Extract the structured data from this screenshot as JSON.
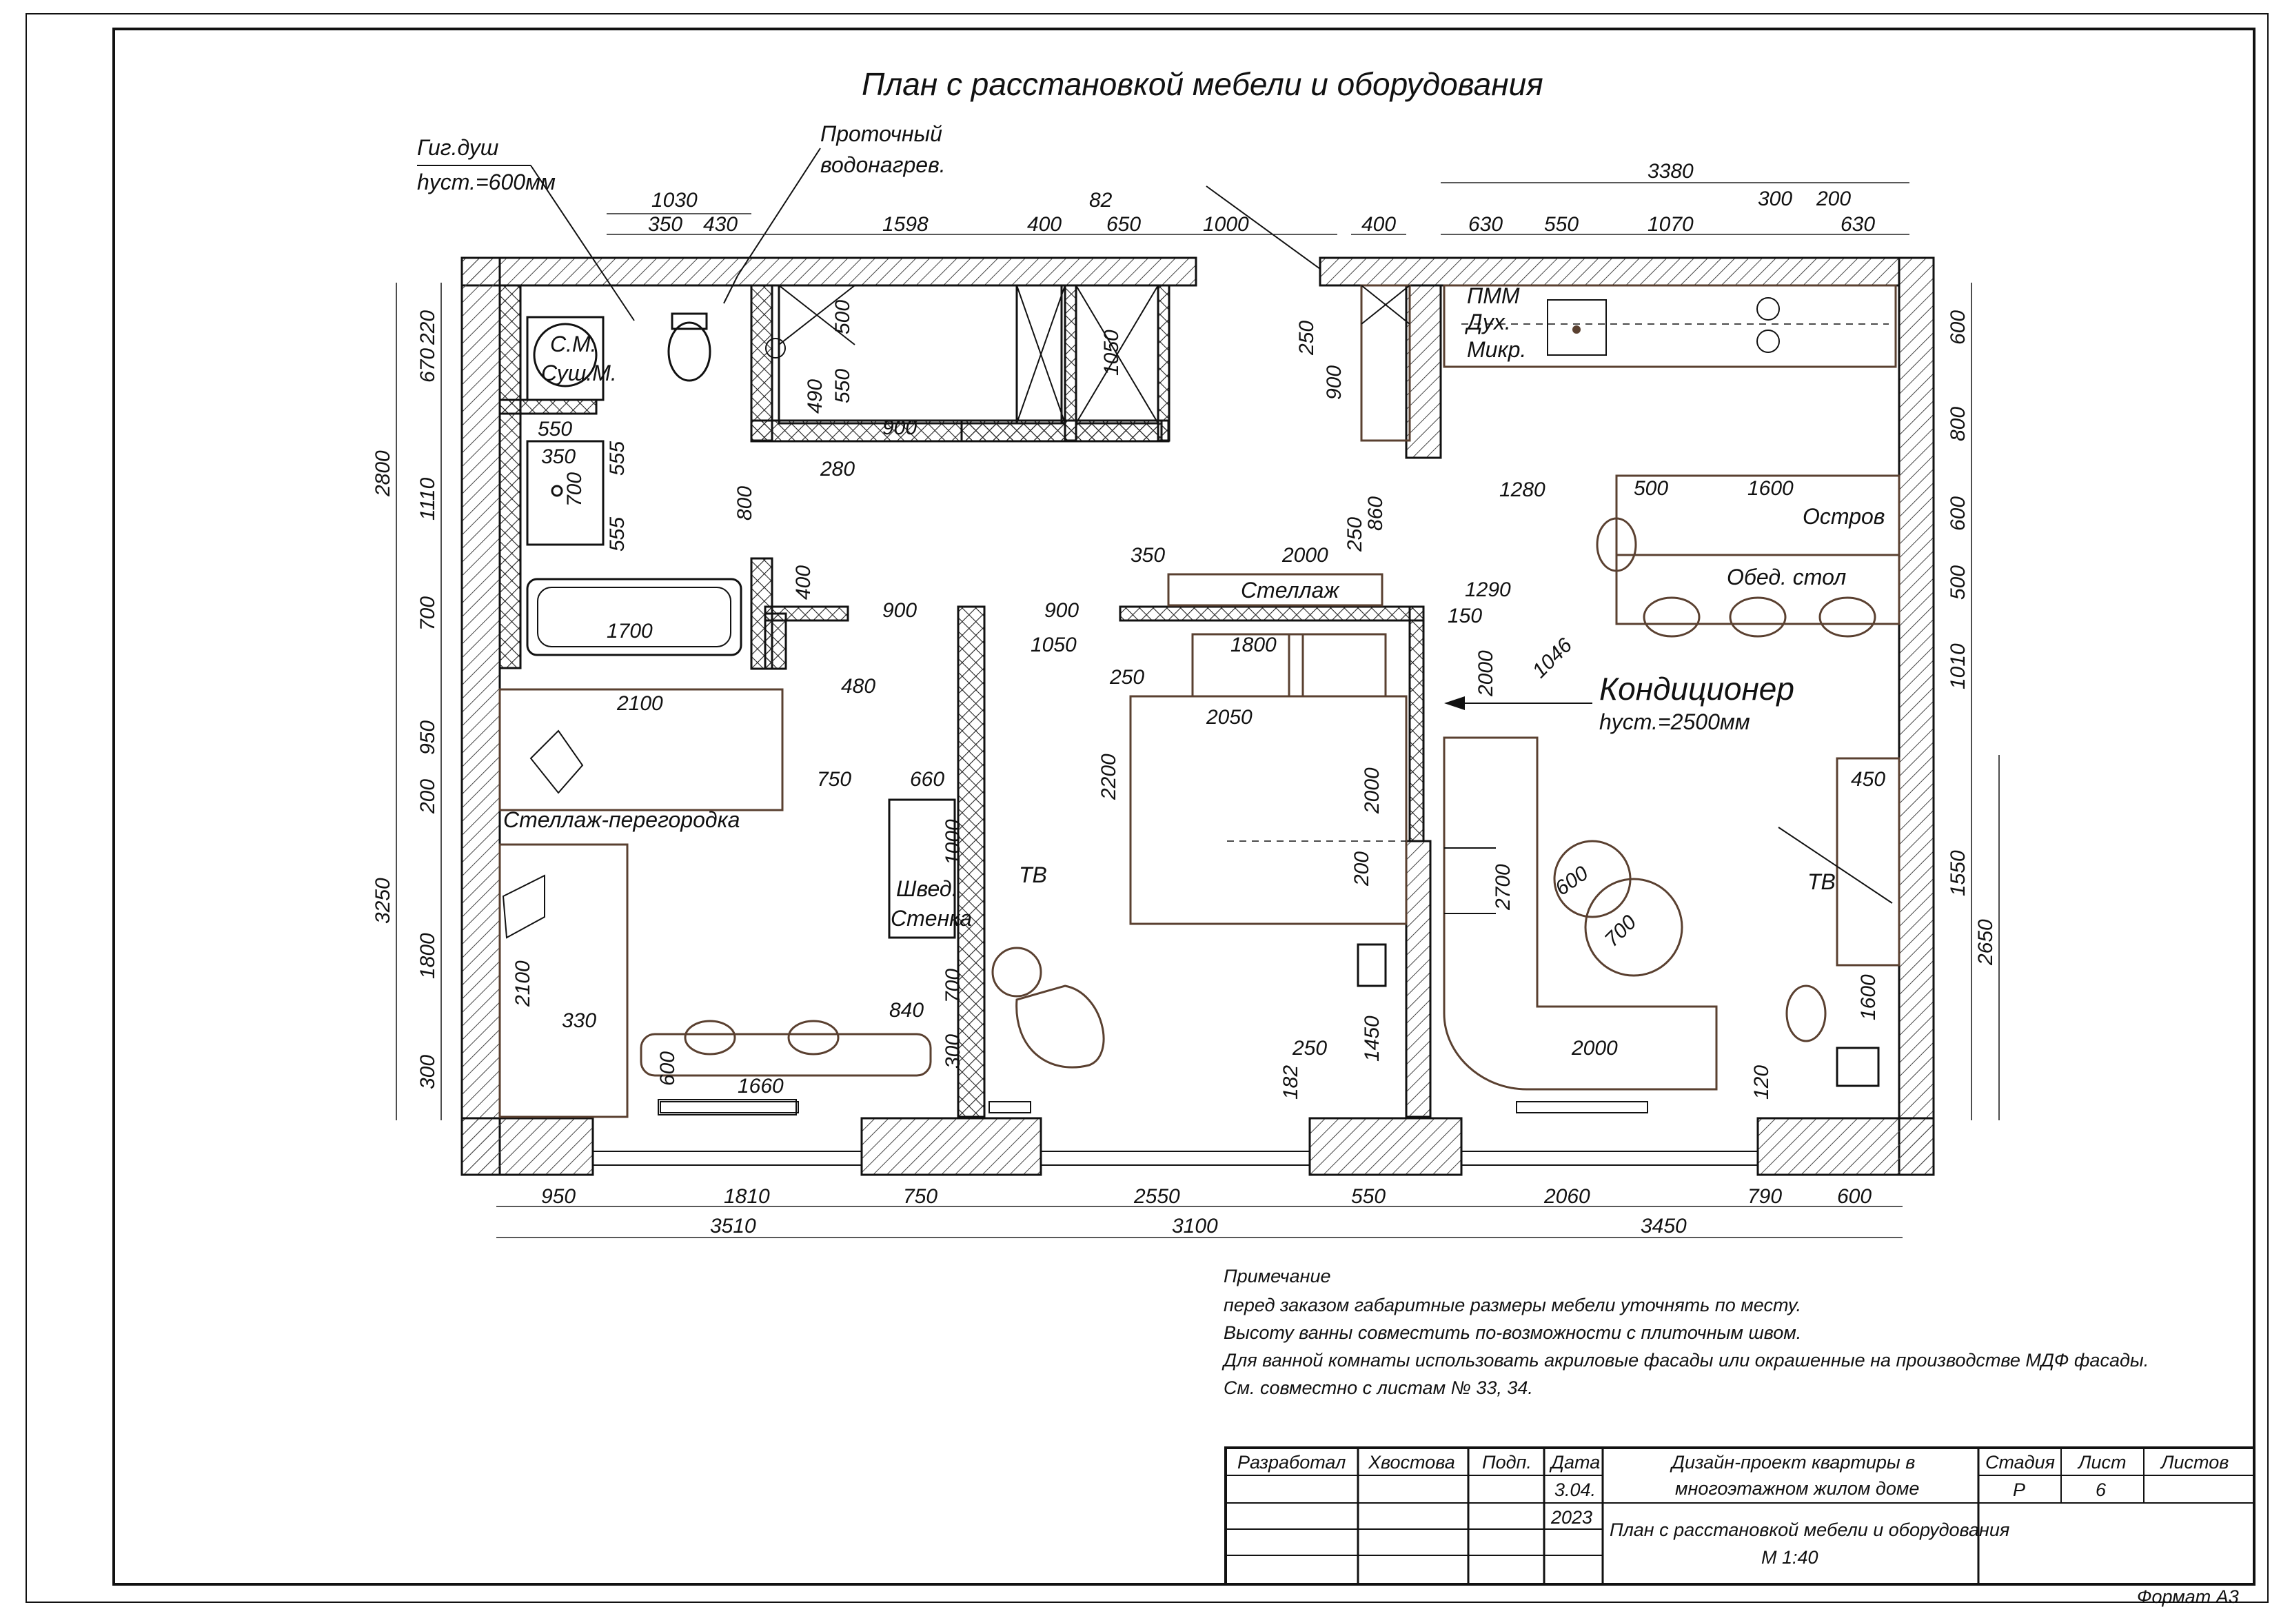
{
  "title": "План  с расстановкой мебели и оборудования",
  "callouts": {
    "hyg_shower": "Гиг.душ",
    "hyg_shower_h": "hуст.=600мм",
    "water_heater_1": "Проточный",
    "water_heater_2": "водонагрев.",
    "washer_1": "С.М.",
    "washer_2": "Суш.М.",
    "appliances_1": "ПММ",
    "appliances_2": "Дух.",
    "appliances_3": "Микр.",
    "island": "Остров",
    "dining_table": "Обед. стол",
    "shelf": "Стеллаж",
    "shelf_partition": "Стеллаж-перегородка",
    "conditioner": "Кондиционер",
    "conditioner_h": "hуст.=2500мм",
    "swedish_wall_1": "Швед.",
    "swedish_wall_2": "Стенка",
    "tv_left": "ТВ",
    "tv_right": "ТВ"
  },
  "dims": {
    "top_a": [
      "1030",
      "350",
      "430",
      "1598",
      "400",
      "82",
      "650",
      "1000",
      "400"
    ],
    "top_b": [
      "3380",
      "300",
      "200",
      "630",
      "550",
      "1070",
      "630"
    ],
    "left_outer": [
      "2800",
      "3250"
    ],
    "left_inner": [
      "220",
      "670",
      "1110",
      "700",
      "950",
      "200",
      "1800",
      "300"
    ],
    "right_side": [
      "600",
      "800",
      "600",
      "500",
      "1010",
      "1550",
      "2650"
    ],
    "bottom_row1": [
      "950",
      "1810",
      "750",
      "2550",
      "550",
      "2060",
      "790",
      "600"
    ],
    "bottom_row2": [
      "3510",
      "3100",
      "3450"
    ],
    "bath": [
      "550",
      "350",
      "555",
      "700",
      "555",
      "1700"
    ],
    "wardrobe": [
      "500",
      "490",
      "550",
      "900",
      "1050",
      "280",
      "800",
      "400"
    ],
    "corridor": [
      "900",
      "900",
      "480",
      "1050",
      "250",
      "1800",
      "2050",
      "2200",
      "2000",
      "2000",
      "200",
      "350",
      "2000",
      "250",
      "860",
      "1290",
      "150",
      "1046"
    ],
    "kitchen": [
      "250",
      "900",
      "1280",
      "500",
      "1600"
    ],
    "children": [
      "2100",
      "750",
      "660",
      "1000",
      "2100",
      "330",
      "840",
      "700",
      "300",
      "600",
      "1660"
    ],
    "living": [
      "600",
      "700",
      "2700",
      "2000",
      "450",
      "1600",
      "1450",
      "250",
      "182",
      "120"
    ]
  },
  "notes": {
    "heading": "Примечание",
    "lines": [
      "перед заказом габаритные размеры мебели уточнять по месту.",
      "Высоту ванны совместить по-возможности с плиточным швом.",
      "Для ванной комнаты использовать акриловые фасады или окрашенные на производстве МДФ фасады.",
      "См. совместно с листам № 33, 34."
    ]
  },
  "stamp": {
    "developed": "Разработал",
    "author": "Хвостова",
    "signature": "Подп.",
    "date_label": "Дата",
    "date_1": "3.04.",
    "date_2": "2023",
    "project_1": "Дизайн-проект квартиры в",
    "project_2": "многоэтажном жилом доме",
    "sheet_title_1": "План с расстановкой мебели и оборудования",
    "sheet_title_2": "М 1:40",
    "stage_label": "Стадия",
    "sheet_label": "Лист",
    "sheets_label": "Листов",
    "stage": "Р",
    "sheet": "6"
  },
  "format": "Формат   А3"
}
